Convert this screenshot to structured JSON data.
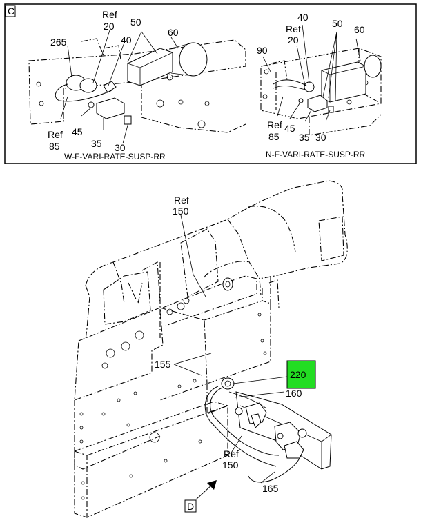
{
  "detail_c": {
    "view_letter": "C",
    "left_caption": "W-F-VARI-RATE-SUSP-RR",
    "right_caption": "N-F-VARI-RATE-SUSP-RR",
    "left_labels": {
      "ref20_a": "Ref",
      "ref20_b": "20",
      "p265": "265",
      "p40": "40",
      "p50": "50",
      "p60": "60",
      "ref85_a": "Ref",
      "ref85_b": "85",
      "p45": "45",
      "p35": "35",
      "p30": "30"
    },
    "right_labels": {
      "p40": "40",
      "ref20_a": "Ref",
      "ref20_b": "20",
      "p50": "50",
      "p60": "60",
      "p90": "90",
      "ref85_a": "Ref",
      "ref85_b": "85",
      "p45": "45",
      "p35": "35",
      "p30": "30"
    }
  },
  "main": {
    "ref150_top_a": "Ref",
    "ref150_top_b": "150",
    "p155": "155",
    "p220": "220",
    "p160": "160",
    "ref150_bot_a": "Ref",
    "ref150_bot_b": "150",
    "p165": "165",
    "view_letter": "D",
    "highlight_color": "#22dd22"
  }
}
